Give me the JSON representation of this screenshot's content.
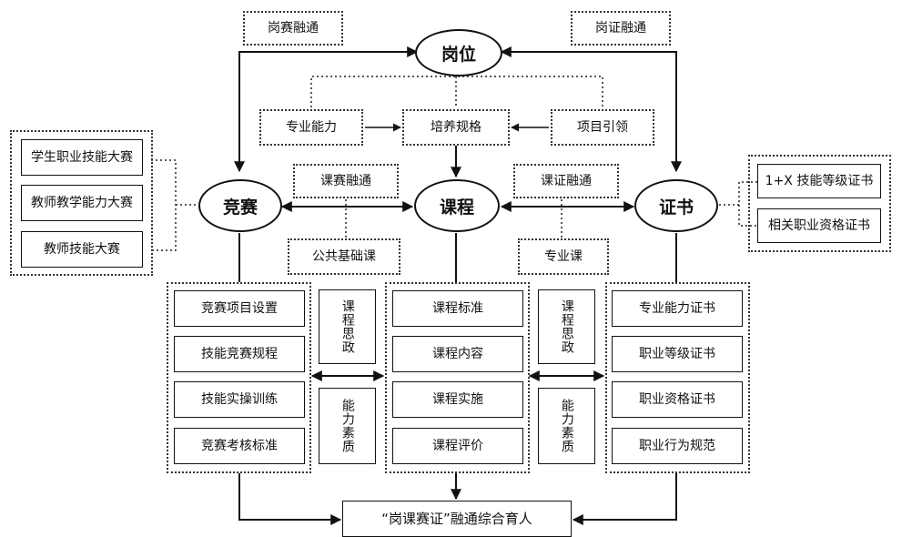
{
  "nodes": {
    "gangwei": "岗位",
    "jingsai": "竞赛",
    "kecheng": "课程",
    "zhengshu": "证书"
  },
  "links": {
    "gang_sai": "岗赛融通",
    "gang_zheng": "岗证融通",
    "ke_sai": "课赛融通",
    "ke_zheng": "课证融通"
  },
  "middle": {
    "left": "专业能力",
    "center": "培养规格",
    "right": "项目引领"
  },
  "course_types": {
    "public": "公共基础课",
    "major": "专业课"
  },
  "competitions": [
    "学生职业技能大赛",
    "教师教学能力大赛",
    "教师技能大赛"
  ],
  "certificates": [
    "1+X 技能等级证书",
    "相关职业资格证书"
  ],
  "competition_items": [
    "竞赛项目设置",
    "技能竞赛规程",
    "技能实操训练",
    "竞赛考核标准"
  ],
  "course_items": [
    "课程标准",
    "课程内容",
    "课程实施",
    "课程评价"
  ],
  "certificate_items": [
    "专业能力证书",
    "职业等级证书",
    "职业资格证书",
    "职业行为规范"
  ],
  "vertical": {
    "left_top": "课程思政",
    "left_bottom": "能力素质",
    "right_top": "课程思政",
    "right_bottom": "能力素质"
  },
  "result": "“岗课赛证”融通综合育人"
}
